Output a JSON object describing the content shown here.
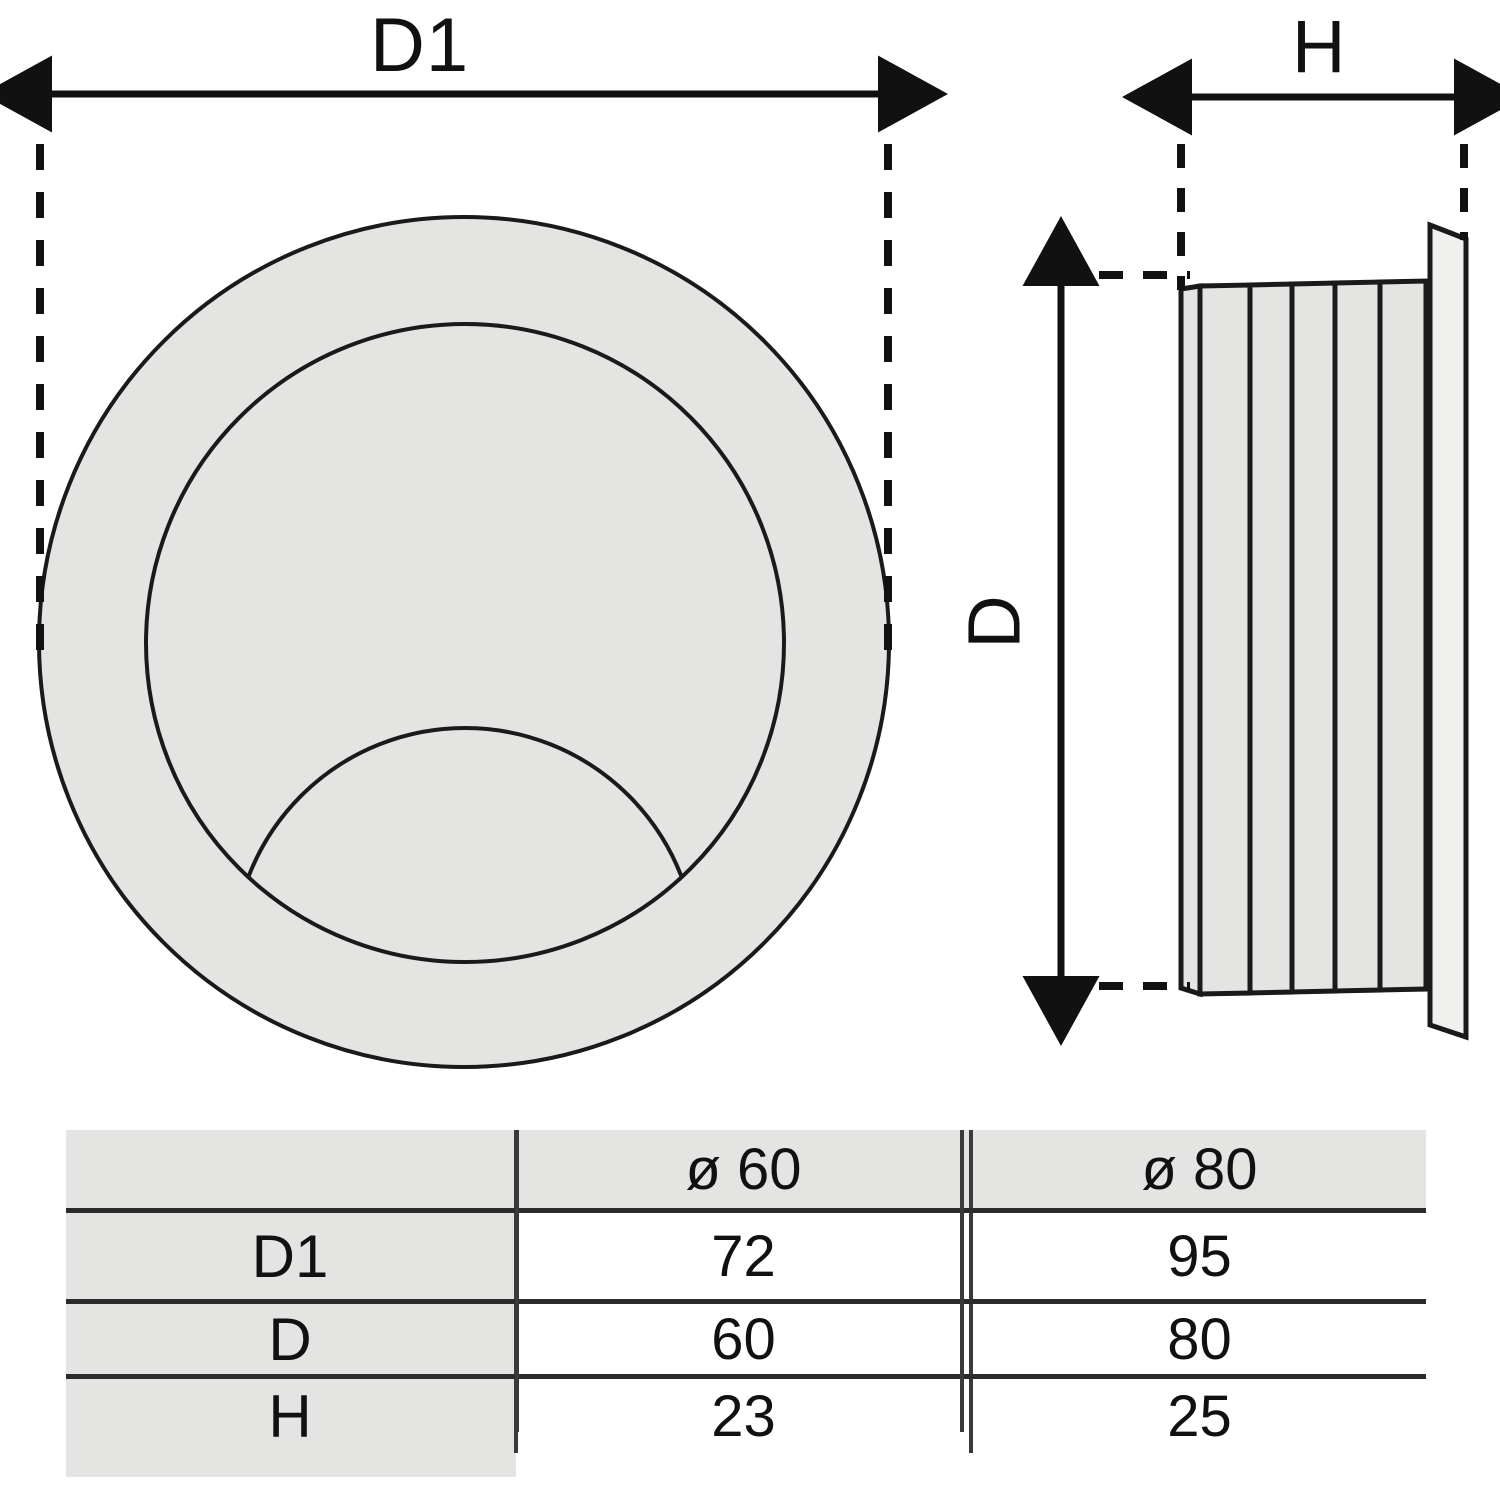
{
  "drawing": {
    "title_labels": {
      "d1": "D1",
      "h": "H",
      "d": "D"
    },
    "views": {
      "front": {
        "name": "front-view",
        "description": "round recessed flush pull / vent collar seen face on"
      },
      "side": {
        "name": "side-view",
        "description": "ribbed cylindrical body with flange at right"
      }
    },
    "colors": {
      "fill": "#e4e4e2",
      "outline": "#1a1a1a",
      "dimension": "#111111",
      "table_header_fill": "#e4e4e2",
      "table_rule": "#2b2b2b"
    }
  },
  "spec_table": {
    "columns": [
      "",
      "ø 60",
      "ø 80"
    ],
    "rows": [
      {
        "param": "D1",
        "values": [
          "72",
          "95"
        ]
      },
      {
        "param": "D",
        "values": [
          "60",
          "80"
        ]
      },
      {
        "param": "H",
        "values": [
          "23",
          "25"
        ]
      }
    ]
  },
  "chart_data": {
    "type": "table",
    "title": "",
    "categories": [
      "D1",
      "D",
      "H"
    ],
    "series": [
      {
        "name": "ø 60",
        "values": [
          72,
          60,
          23
        ]
      },
      {
        "name": "ø 80",
        "values": [
          95,
          80,
          25
        ]
      }
    ],
    "xlabel": "",
    "ylabel": "",
    "annotations": [
      "D1",
      "D",
      "H"
    ]
  }
}
